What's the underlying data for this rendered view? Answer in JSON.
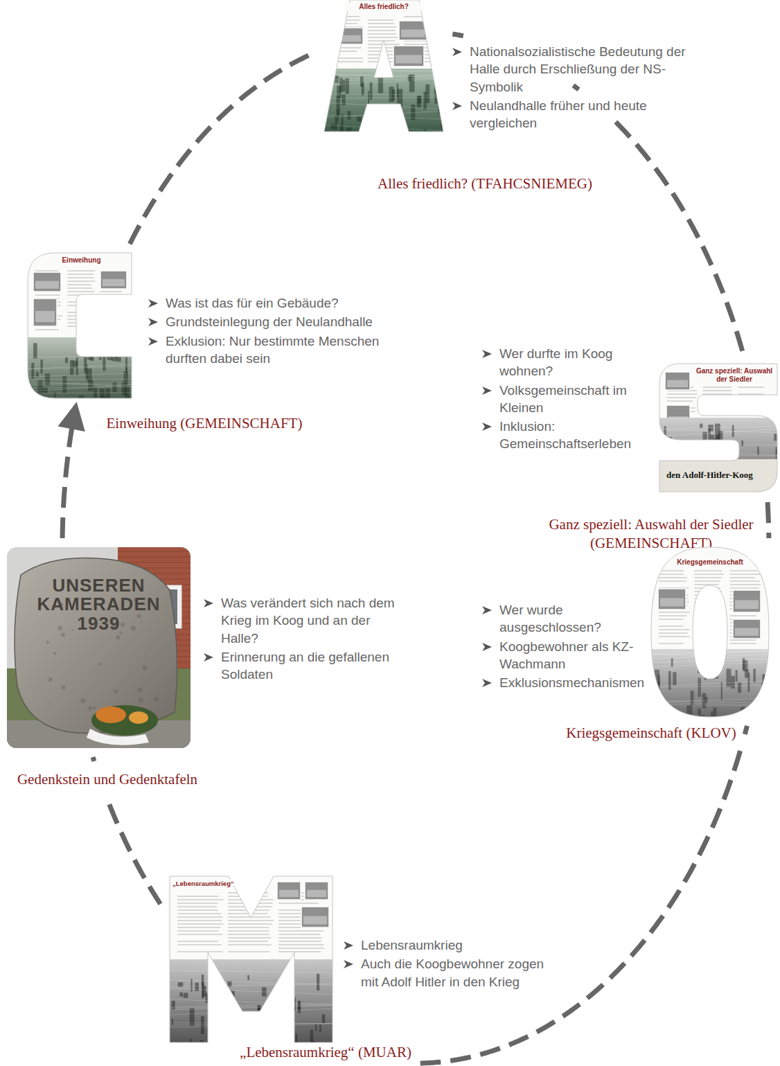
{
  "diagram": {
    "nodes": [
      {
        "text": [
          "Alles friedlich?",
          "Nationalsozialistische Bedeutung der Halle durch Erschließung der NS-Symbolik",
          "Neulandhalle früher und heute vergleichen",
          "Alles friedlich? (TFAHCSNIEMEG)"
        ]
      },
      {
        "text": [
          "Einweihung",
          "Was ist das für ein Gebäude?",
          "Grundsteinlegung der Neulandhalle",
          "Exklusion: Nur bestimmte Menschen durften dabei sein",
          "Einweihung (GEMEINSCHAFT)"
        ]
      },
      {
        "text": [
          "Ganz speziell: Auswahl der Siedler",
          "Wer durfte im Koog wohnen?",
          "Volksgemeinschaft im Kleinen",
          "Inklusion: Gemeinschaftserleben",
          "Ganz speziell: Auswahl der Siedler (GEMEINSCHAFT)"
        ]
      },
      {
        "text": [
          "UNSEREN KAMERADEN 1939",
          "Was verändert sich nach dem Krieg im Koog und an der Halle?",
          "Erinnerung an die gefallenen Soldaten",
          "Gedenkstein und Gedenktafeln"
        ]
      },
      {
        "text": [
          "Kriegsgemeinschaft",
          "Wer wurde ausgeschlossen?",
          "Koogbewohner als KZ-Wachmann",
          "Exklusionsmechanismen",
          "Kriegsgemeinschaft (KLOV)"
        ]
      },
      {
        "text": [
          "„Lebensraumkrieg“",
          "Lebensraumkrieg",
          "Auch die Koogbewohner zogen mit Adolf Hitler in den Krieg",
          "„Lebensraumkrieg“ (MUAR)"
        ]
      }
    ],
    "edges": [
      {
        "from": 1,
        "to": 0,
        "arrow": "none"
      },
      {
        "from": 0,
        "to": 2,
        "arrow": "none"
      },
      {
        "from": 2,
        "to": 4,
        "arrow": "none"
      },
      {
        "from": 4,
        "to": 5,
        "arrow": "none"
      },
      {
        "from": 5,
        "to": 3,
        "arrow": "none"
      },
      {
        "from": 3,
        "to": 1,
        "arrow": "to"
      }
    ],
    "labels": [
      "den Adolf-Hitler-Koog"
    ]
  }
}
